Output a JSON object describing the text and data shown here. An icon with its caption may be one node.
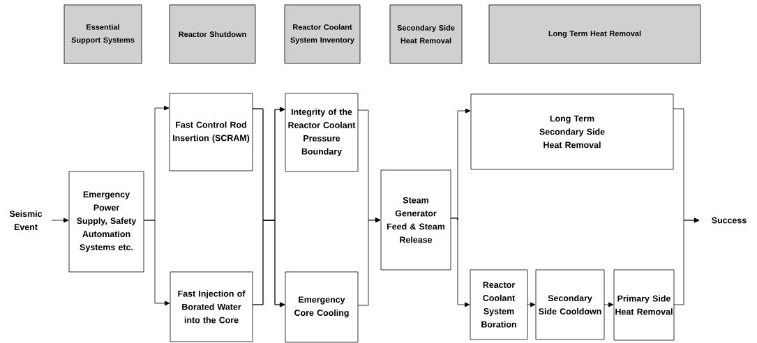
{
  "diagram": {
    "nodes": [
      {
        "text": [
          "Essential Support Systems"
        ]
      },
      {
        "text": [
          "Reactor Shutdown"
        ]
      },
      {
        "text": [
          "Reactor Coolant System Inventory"
        ]
      },
      {
        "text": [
          "Secondary Side Heat Removal"
        ]
      },
      {
        "text": [
          "Long Term Heat Removal"
        ]
      },
      {
        "text": [
          "Seismic Event"
        ]
      },
      {
        "text": [
          "Emergency Power Supply, Safety Automation Systems etc."
        ]
      },
      {
        "text": [
          "Fast Control Rod Insertion (SCRAM)"
        ]
      },
      {
        "text": [
          "Fast Injection of Borated Water into the Core"
        ]
      },
      {
        "text": [
          "Integrity of the Reactor Coolant Pressure Boundary"
        ]
      },
      {
        "text": [
          "Emergency Core Cooling"
        ]
      },
      {
        "text": [
          "Steam Generator Feed & Steam Release"
        ]
      },
      {
        "text": [
          "Long Term Secondary Side Heat Removal"
        ]
      },
      {
        "text": [
          "Reactor Coolant System Boration"
        ]
      },
      {
        "text": [
          "Secondary Side Cooldown"
        ]
      },
      {
        "text": [
          "Primary Side Heat Removal"
        ]
      },
      {
        "text": [
          "Success"
        ]
      }
    ],
    "edges": [
      {
        "from": 5,
        "to": 6,
        "arrow": "to"
      },
      {
        "from": 6,
        "to": 7,
        "arrow": "to"
      },
      {
        "from": 6,
        "to": 8,
        "arrow": "to"
      },
      {
        "from": 7,
        "to": 9,
        "arrow": "to"
      },
      {
        "from": 7,
        "to": 10,
        "arrow": "to"
      },
      {
        "from": 8,
        "to": 9,
        "arrow": "to"
      },
      {
        "from": 8,
        "to": 10,
        "arrow": "to"
      },
      {
        "from": 9,
        "to": 11,
        "arrow": "to"
      },
      {
        "from": 10,
        "to": 11,
        "arrow": "to"
      },
      {
        "from": 11,
        "to": 12,
        "arrow": "to"
      },
      {
        "from": 11,
        "to": 13,
        "arrow": "to"
      },
      {
        "from": 13,
        "to": 14,
        "arrow": "to"
      },
      {
        "from": 14,
        "to": 15,
        "arrow": "to"
      },
      {
        "from": 12,
        "to": 16,
        "arrow": "to"
      },
      {
        "from": 15,
        "to": 16,
        "arrow": "to"
      }
    ]
  }
}
